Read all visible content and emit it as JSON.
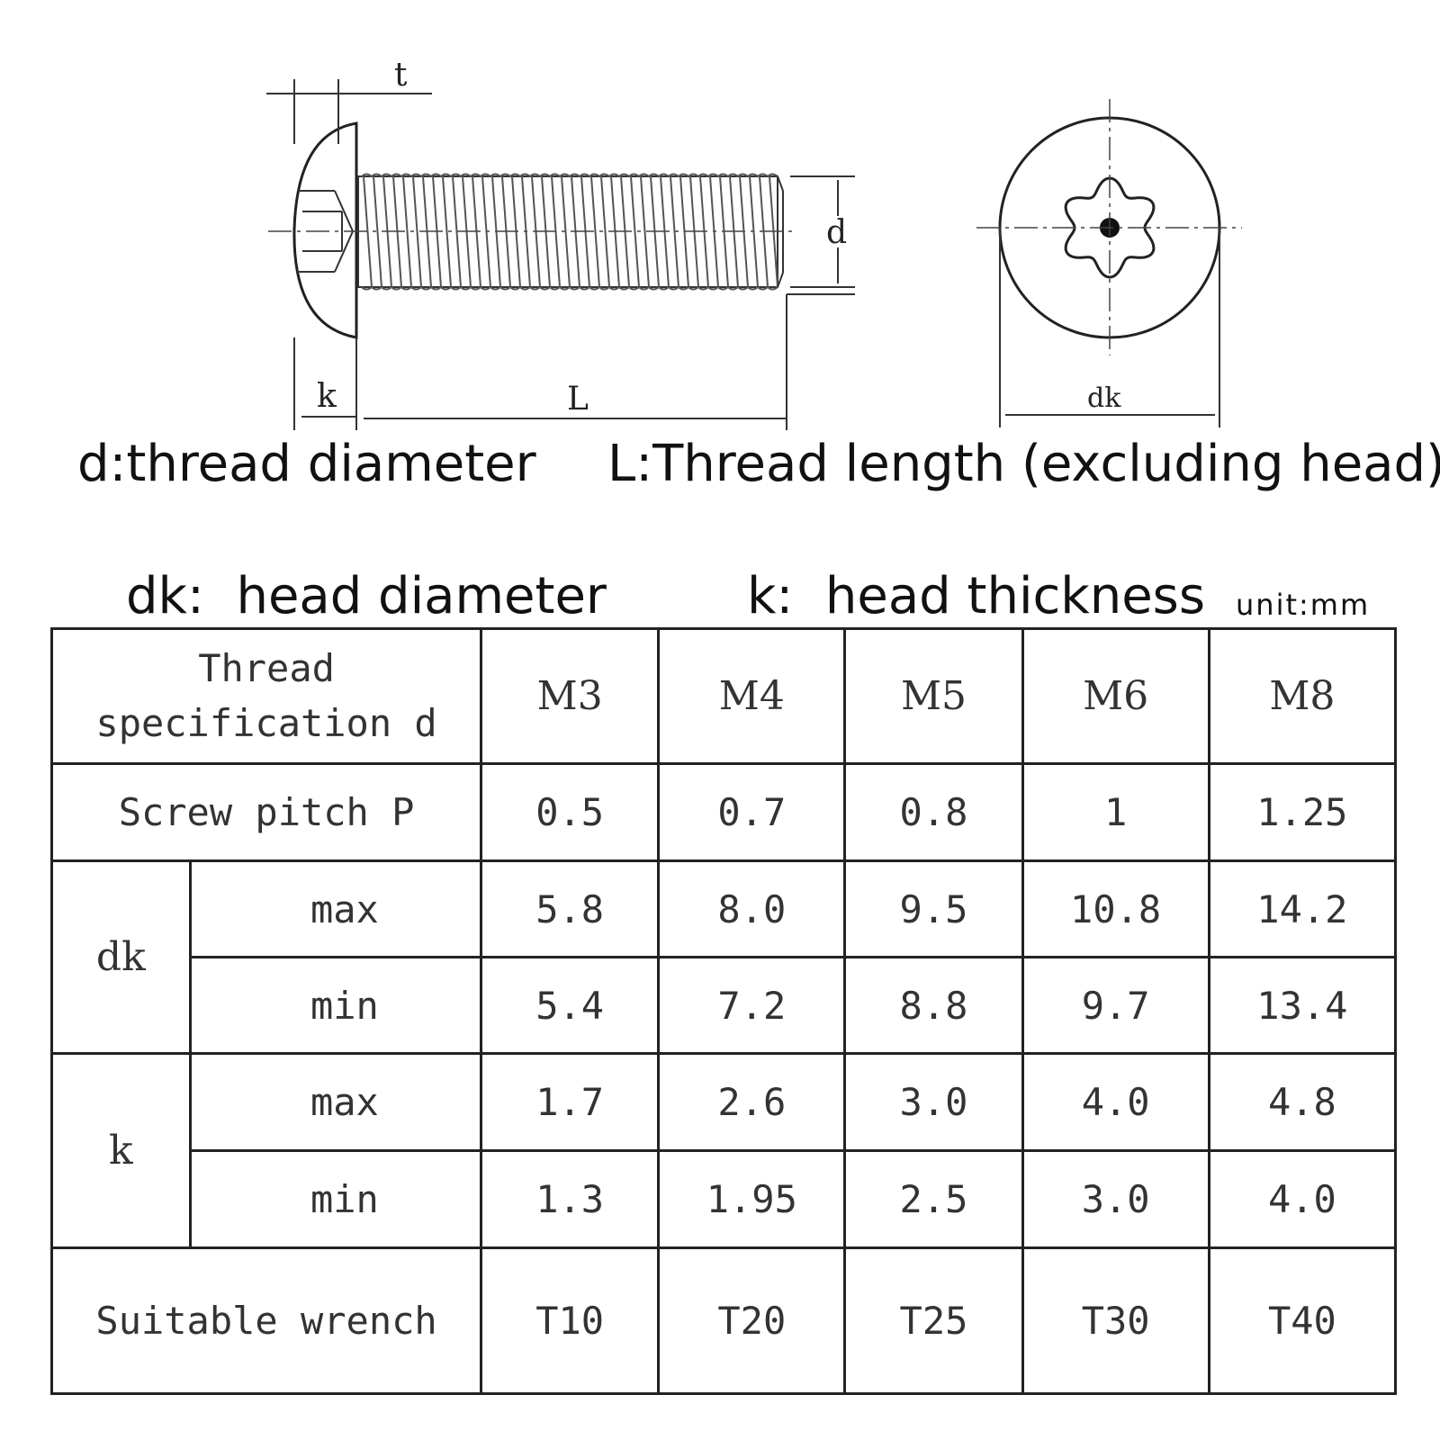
{
  "diagram": {
    "labels": {
      "t": "t",
      "d": "d",
      "k": "k",
      "L": "L",
      "dk": "dk"
    }
  },
  "legend": {
    "d": "d:thread diameter",
    "L": "L:Thread length (excluding head)",
    "dk": "dk:  head diameter",
    "k": "k:  head thickness",
    "unit": "unit:mm"
  },
  "table": {
    "header": {
      "label": "Thread specification d",
      "values": [
        "M3",
        "M4",
        "M5",
        "M6",
        "M8"
      ]
    },
    "pitch": {
      "label": "Screw pitch P",
      "values": [
        "0.5",
        "0.7",
        "0.8",
        "1",
        "1.25"
      ]
    },
    "dk": {
      "label": "dk",
      "max": {
        "label": "max",
        "values": [
          "5.8",
          "8.0",
          "9.5",
          "10.8",
          "14.2"
        ]
      },
      "min": {
        "label": "min",
        "values": [
          "5.4",
          "7.2",
          "8.8",
          "9.7",
          "13.4"
        ]
      }
    },
    "k": {
      "label": "k",
      "max": {
        "label": "max",
        "values": [
          "1.7",
          "2.6",
          "3.0",
          "4.0",
          "4.8"
        ]
      },
      "min": {
        "label": "min",
        "values": [
          "1.3",
          "1.95",
          "2.5",
          "3.0",
          "4.0"
        ]
      }
    },
    "wrench": {
      "label": "Suitable wrench",
      "values": [
        "T10",
        "T20",
        "T25",
        "T30",
        "T40"
      ]
    }
  }
}
